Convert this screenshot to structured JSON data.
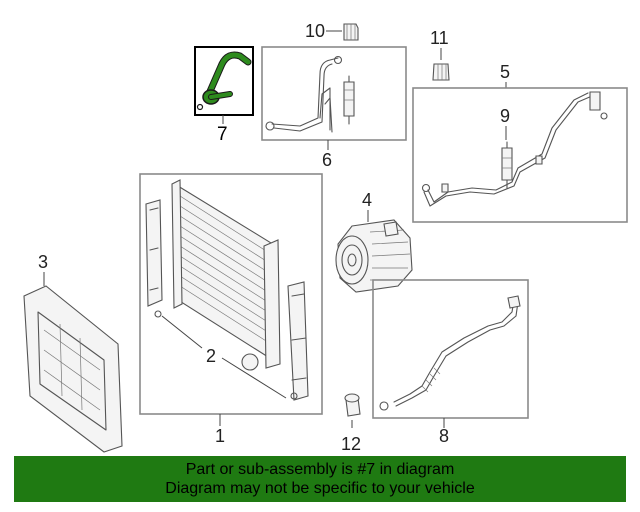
{
  "callouts": {
    "c1": "1",
    "c2": "2",
    "c3": "3",
    "c4": "4",
    "c5": "5",
    "c6": "6",
    "c7": "7",
    "c8": "8",
    "c9": "9",
    "c10": "10",
    "c11": "11",
    "c12": "12"
  },
  "highlight": {
    "part_number": "7",
    "color": "#2e8b1e"
  },
  "banner": {
    "line1": "Part or sub-assembly is #7 in diagram",
    "line2": "Diagram may not be specific to your vehicle",
    "background": "#1f7a12"
  }
}
